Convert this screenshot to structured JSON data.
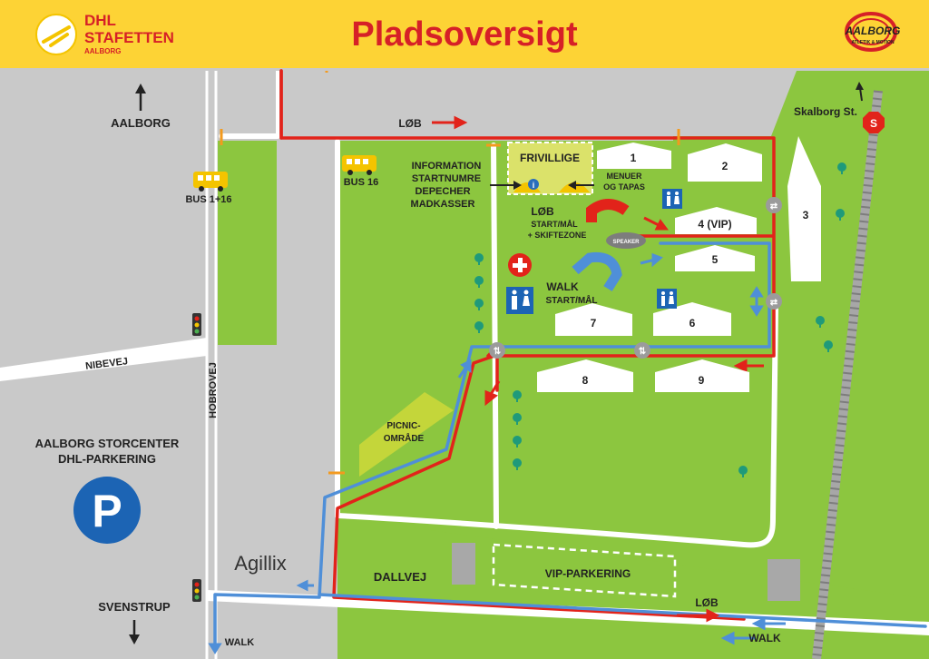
{
  "header": {
    "title": "Pladsoversigt",
    "logo_left": {
      "line1": "DHL",
      "line2": "STAFETTEN",
      "line3": "AALBORG"
    },
    "logo_right": {
      "line1": "AALBORG",
      "line2": "ATLETIK & MOTION"
    },
    "colors": {
      "bar": "#fdd335",
      "title": "#d62027",
      "dhl_red": "#d62027"
    }
  },
  "directions": {
    "aalborg": "AALBORG",
    "svenstrup": "SVENSTRUP",
    "skalborg": "Skalborg St.",
    "station_badge": "S"
  },
  "roads": {
    "nibevej": "NIBEVEJ",
    "hobrovej": "HOBROVEJ",
    "dallvej": "DALLVEJ"
  },
  "transport": {
    "bus_left": "BUS 1+16",
    "bus_middle": "BUS 16"
  },
  "parking": {
    "storcenter_line1": "AALBORG STORCENTER",
    "storcenter_line2": "DHL-PARKERING",
    "parking_icon": "P",
    "vip": "VIP-PARKERING"
  },
  "brand": {
    "agillix": "Agillix"
  },
  "info_block": {
    "line1": "INFORMATION",
    "line2": "STARTNUMRE",
    "line3": "DEPECHER",
    "line4": "MADKASSER"
  },
  "frivillige": "FRIVILLIGE",
  "menuer": {
    "line1": "MENUER",
    "line2": "OG TAPAS"
  },
  "start_loeb": {
    "line1": "LØB",
    "line2": "START/MÅL",
    "line3": "+ SKIFTEZONE"
  },
  "speaker": "SPEAKER",
  "start_walk": {
    "line1": "WALK",
    "line2": "START/MÅL"
  },
  "picnic": {
    "line1": "PICNIC-",
    "line2": "OMRÅDE"
  },
  "route_labels": {
    "loeb_top": "LØB",
    "loeb_bottom": "LØB",
    "walk_bottom_left": "WALK",
    "walk_bottom_right": "WALK"
  },
  "tents": [
    "1",
    "2",
    "3",
    "4 (VIP)",
    "5",
    "6",
    "7",
    "8",
    "9"
  ],
  "map_colors": {
    "road": "#c9c9c9",
    "grass": "#8cc63f",
    "path": "#ffffff",
    "run_route": "#e2231a",
    "walk_route": "#4f8fd8",
    "tree": "#1f9a7a",
    "picnic": "#c4d63a"
  },
  "icons": [
    "first-aid-icon",
    "toilet-icon",
    "bus-icon",
    "traffic-light-icon",
    "tree-icon",
    "swap-icon",
    "info-icon"
  ]
}
